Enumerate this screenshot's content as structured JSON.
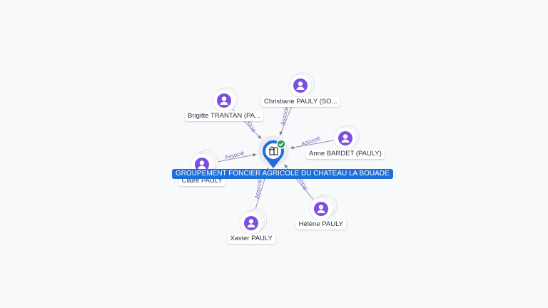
{
  "diagram": {
    "center": {
      "label": "GROUPEMENT FONCIER AGRICOLE DU CHATEAU LA BOUADE",
      "icon": "building-icon",
      "badge_icon": "check-icon",
      "colors": {
        "pin": "#1f6fd8",
        "badge": "#2e9e5b"
      }
    },
    "people": [
      {
        "label": "Christiane PAULY (SO...",
        "edge_label": "Associé"
      },
      {
        "label": "Brigitte TRANTAN (PA...",
        "edge_label": "Associé"
      },
      {
        "label": "Anne BARDET (PAULY)",
        "edge_label": "Associé"
      },
      {
        "label": "Claire PAULY",
        "edge_label": "Associé"
      },
      {
        "label": "Xavier PAULY",
        "edge_label": "Associé"
      },
      {
        "label": "Hélène PAULY",
        "edge_label": "Associé"
      }
    ],
    "colors": {
      "person": "#7b4fe0",
      "edge_label": "#7c5cc7"
    }
  }
}
